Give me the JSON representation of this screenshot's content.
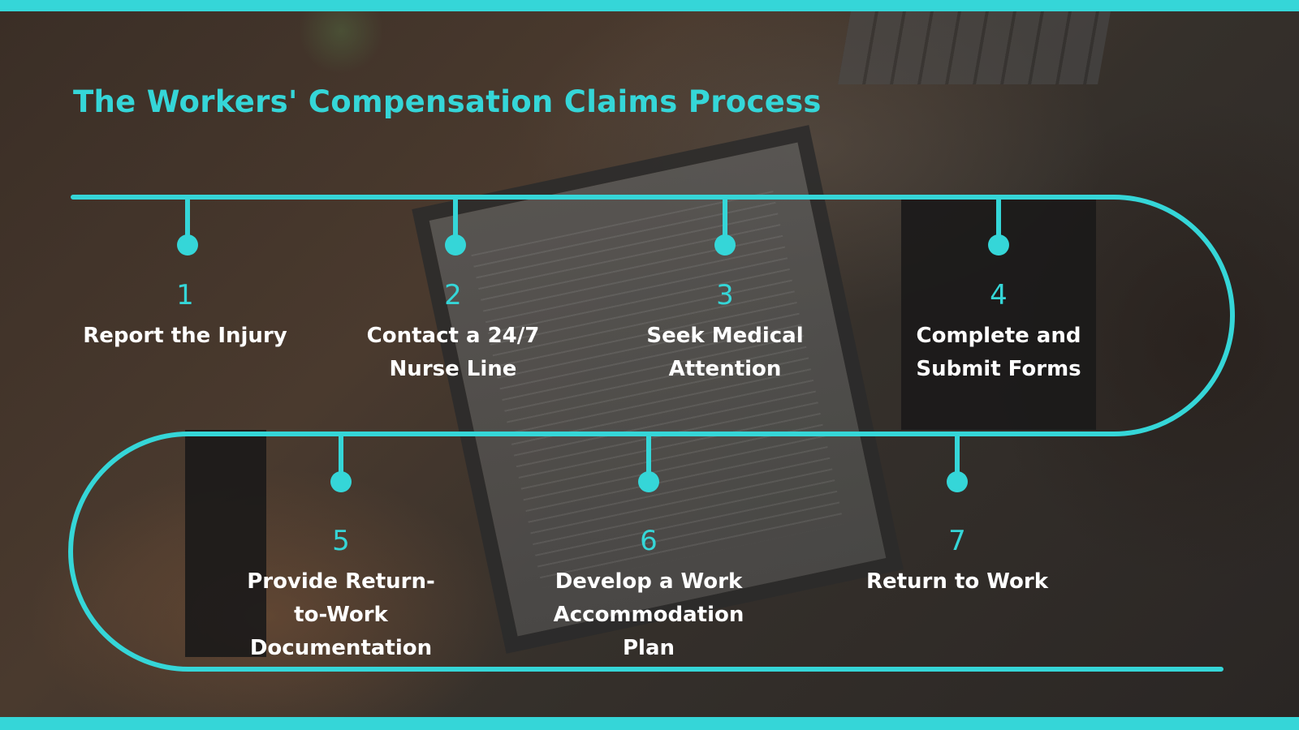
{
  "title": "The Workers' Compensation Claims Process",
  "colors": {
    "accent": "#35d6d8",
    "text": "#ffffff"
  },
  "steps": [
    {
      "number": "1",
      "label": "Report the Injury"
    },
    {
      "number": "2",
      "label": "Contact a 24/7 Nurse Line"
    },
    {
      "number": "3",
      "label": "Seek Medical Attention"
    },
    {
      "number": "4",
      "label": "Complete and Submit Forms"
    },
    {
      "number": "5",
      "label": "Provide Return-to-Work Documentation"
    },
    {
      "number": "6",
      "label": "Develop a Work Accommodation Plan"
    },
    {
      "number": "7",
      "label": "Return to Work"
    }
  ]
}
